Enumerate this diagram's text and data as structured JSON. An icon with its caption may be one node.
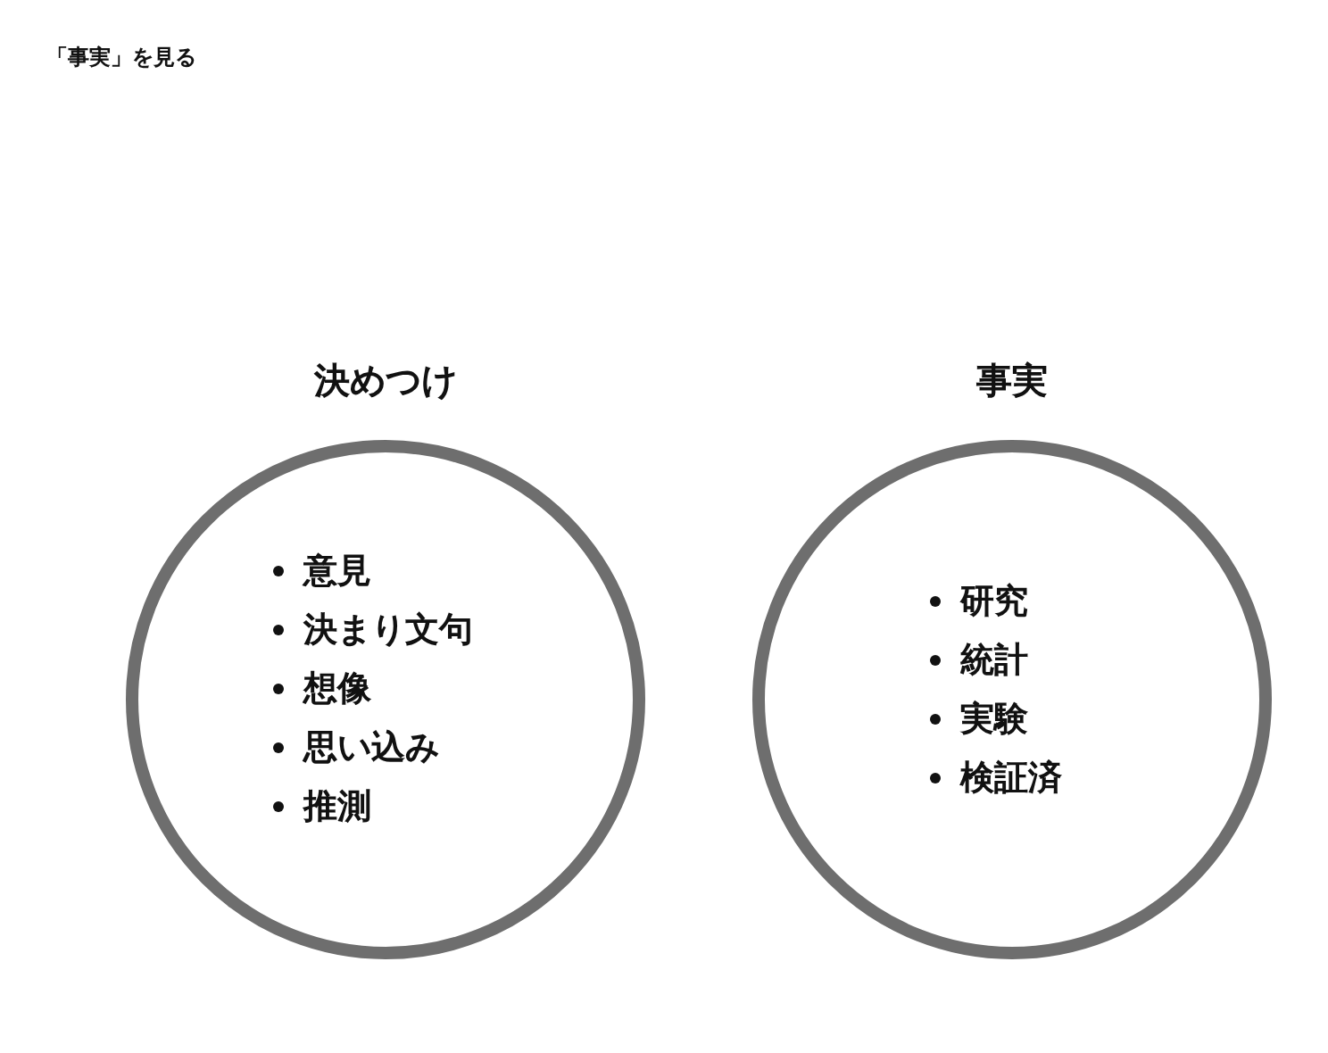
{
  "diagram": {
    "title": "「事実」を見る",
    "nodes": [
      {
        "text": [
          "決めつけ",
          "意見",
          "決まり文句",
          "想像",
          "思い込み",
          "推測"
        ]
      },
      {
        "text": [
          "事実",
          "研究",
          "統計",
          "実験",
          "検証済"
        ]
      }
    ]
  }
}
